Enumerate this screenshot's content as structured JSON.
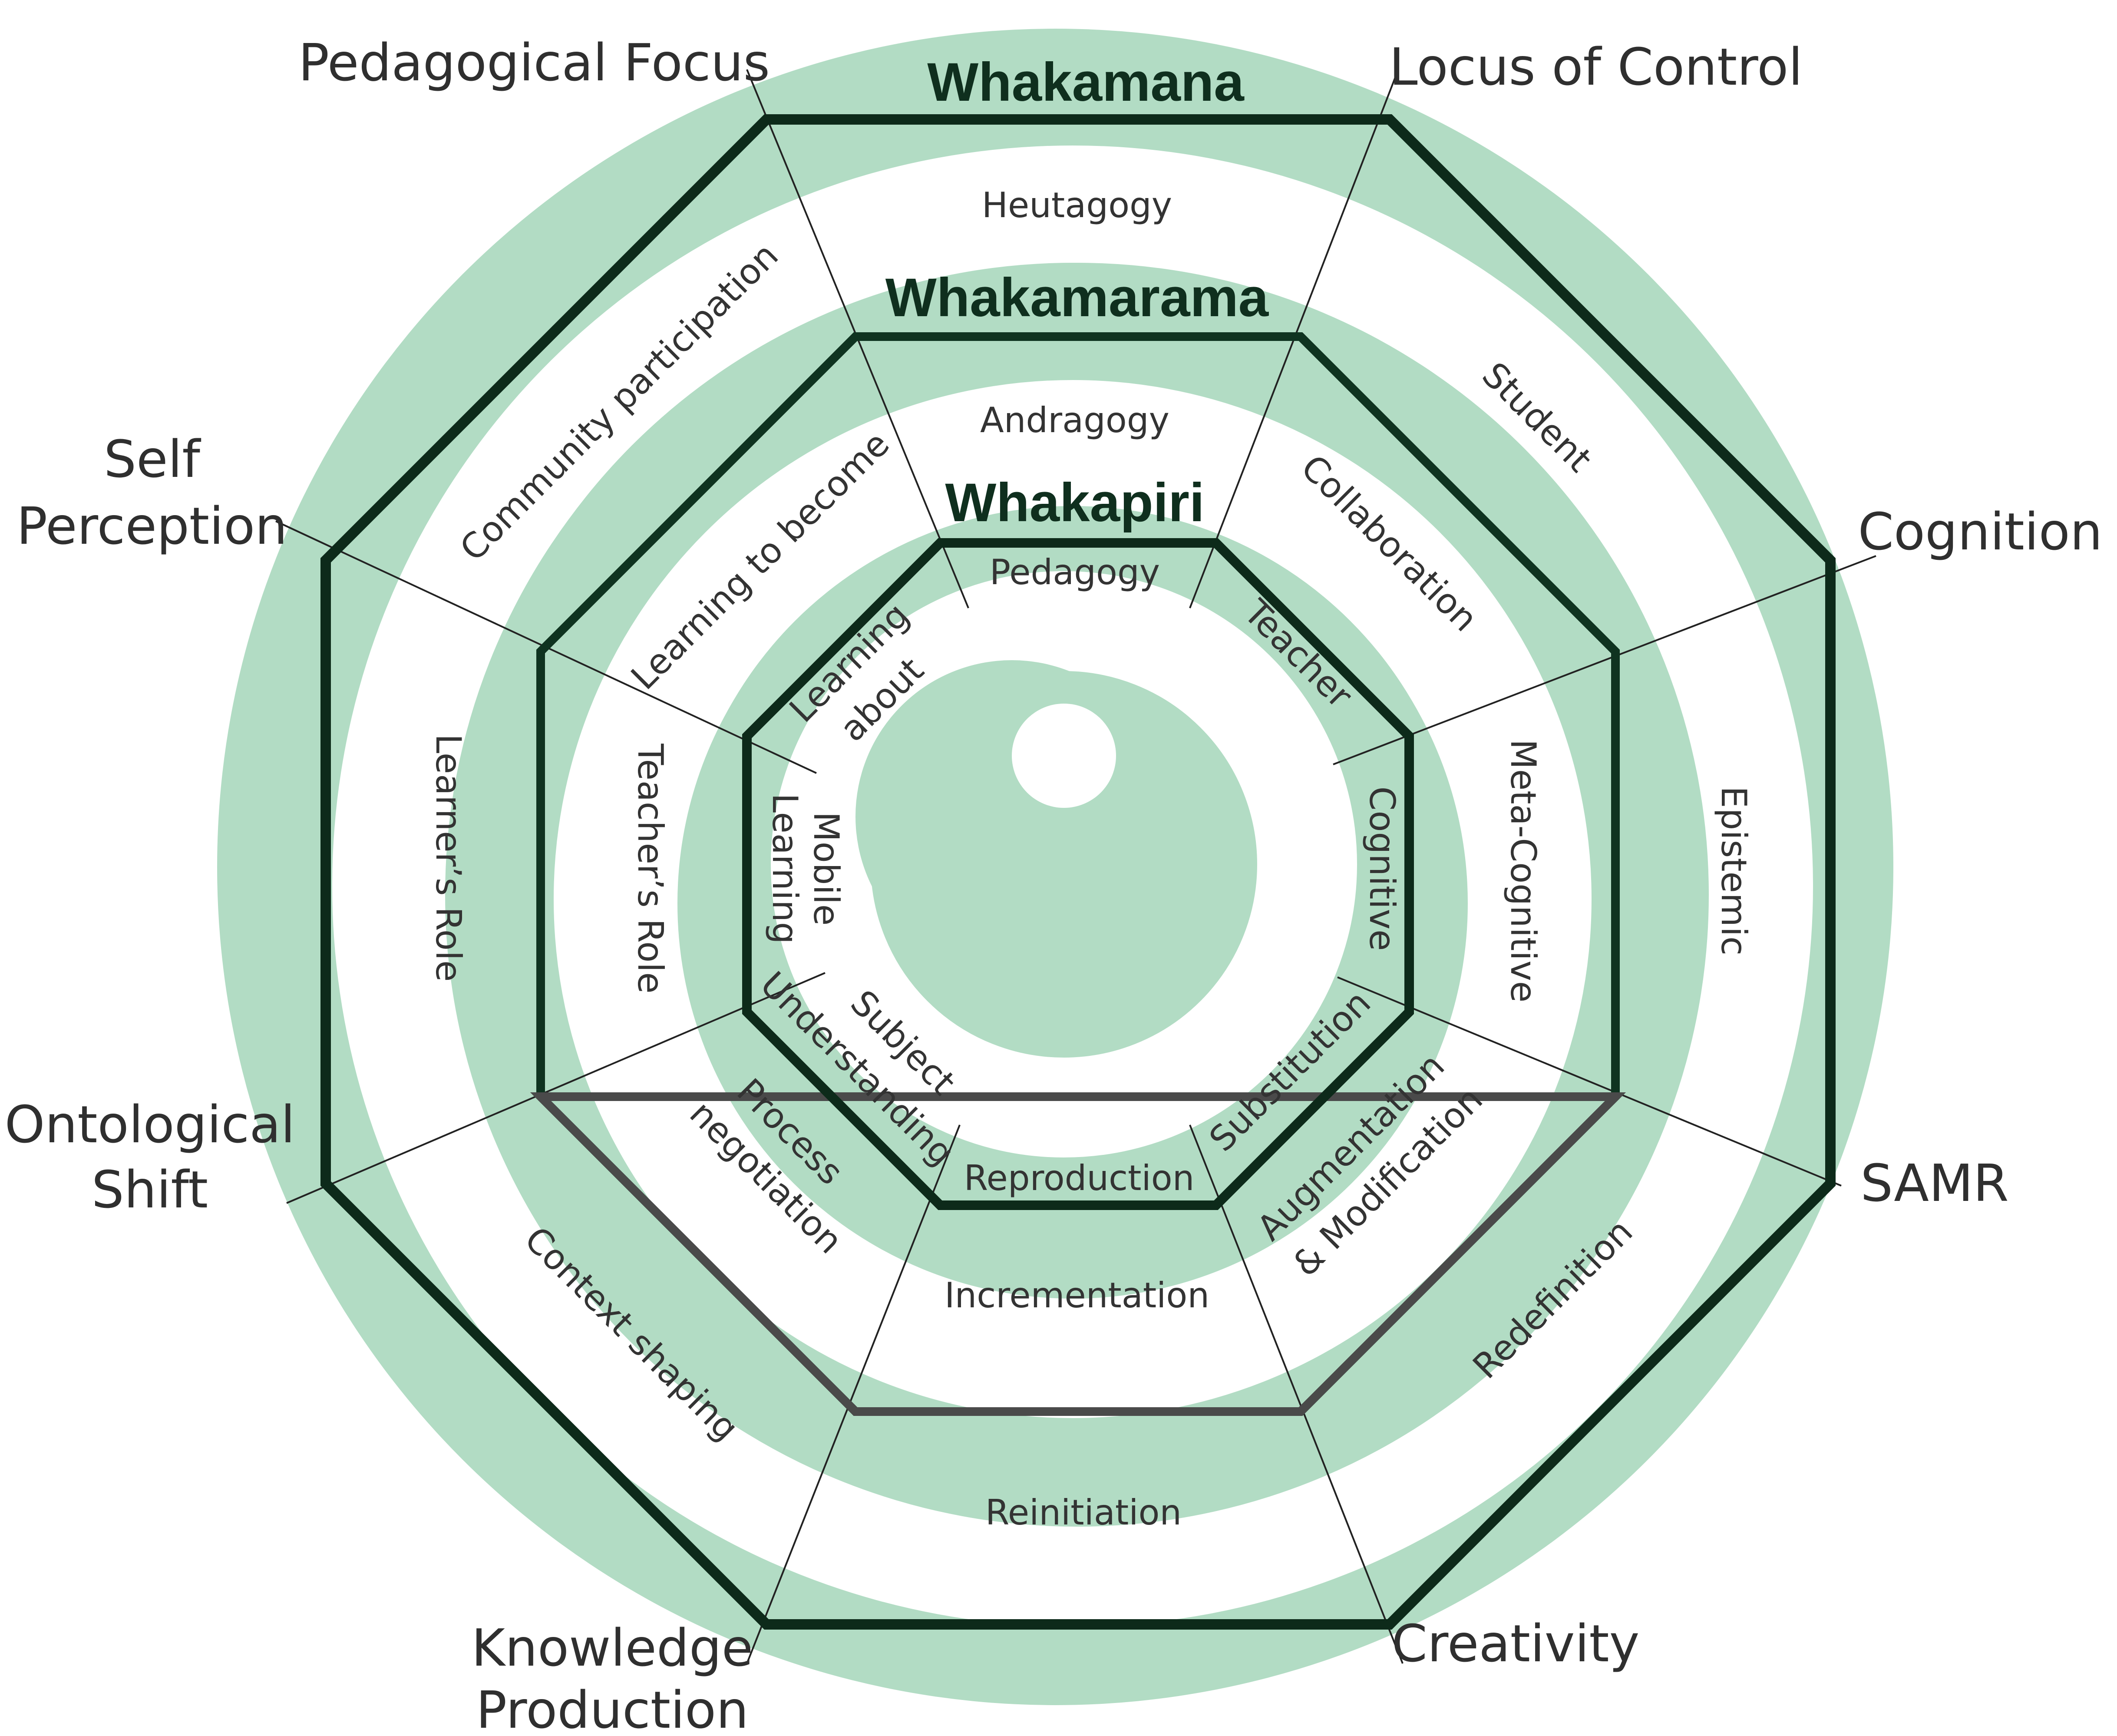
{
  "colors": {
    "spiral": "#b2dcc4",
    "outer_border": "#0d2a1a",
    "middle_border": "#0f3320",
    "inner_border": "#0d2a1a",
    "divider": "#222222"
  },
  "tiers": {
    "outer": "Whakamana",
    "middle": "Whakamarama",
    "inner": "Whakapiri"
  },
  "dimensions": {
    "pedagogical_focus": "Pedagogical Focus",
    "locus_of_control": "Locus of Control",
    "self_perception_1": "Self",
    "self_perception_2": "Perception",
    "cognition": "Cognition",
    "ontological_shift_1": "Ontological",
    "ontological_shift_2": "Shift",
    "samr": "SAMR",
    "knowledge_production_1": "Knowledge",
    "knowledge_production_2": "Production",
    "creativity": "Creativity"
  },
  "outer_ring": {
    "top": "Heutagogy",
    "top_right": "Student",
    "right": "Epistemic",
    "bottom_right": "Redefinition",
    "bottom": "Reinitiation",
    "bottom_left": "Context shaping",
    "left": "Learner’s Role",
    "top_left": "Community participation"
  },
  "middle_ring": {
    "top": "Andragogy",
    "top_right": "Collaboration",
    "right": "Meta-Cognitive",
    "bottom_right_1": "Augmentation",
    "bottom_right_2": "& Modification",
    "bottom": "Incrementation",
    "bottom_left_1": "Process",
    "bottom_left_2": "negotiation",
    "left": "Teacher’s Role",
    "top_left": "Learning to become"
  },
  "inner_ring": {
    "top": "Pedagogy",
    "top_right": "Teacher",
    "right": "Cognitive",
    "bottom_right": "Substitution",
    "bottom": "Reproduction",
    "bottom_left_1": "Subject",
    "bottom_left_2": "Understanding",
    "left_1": "Mobile",
    "left_2": "Learning",
    "top_left_1": "Learning",
    "top_left_2": "about"
  }
}
